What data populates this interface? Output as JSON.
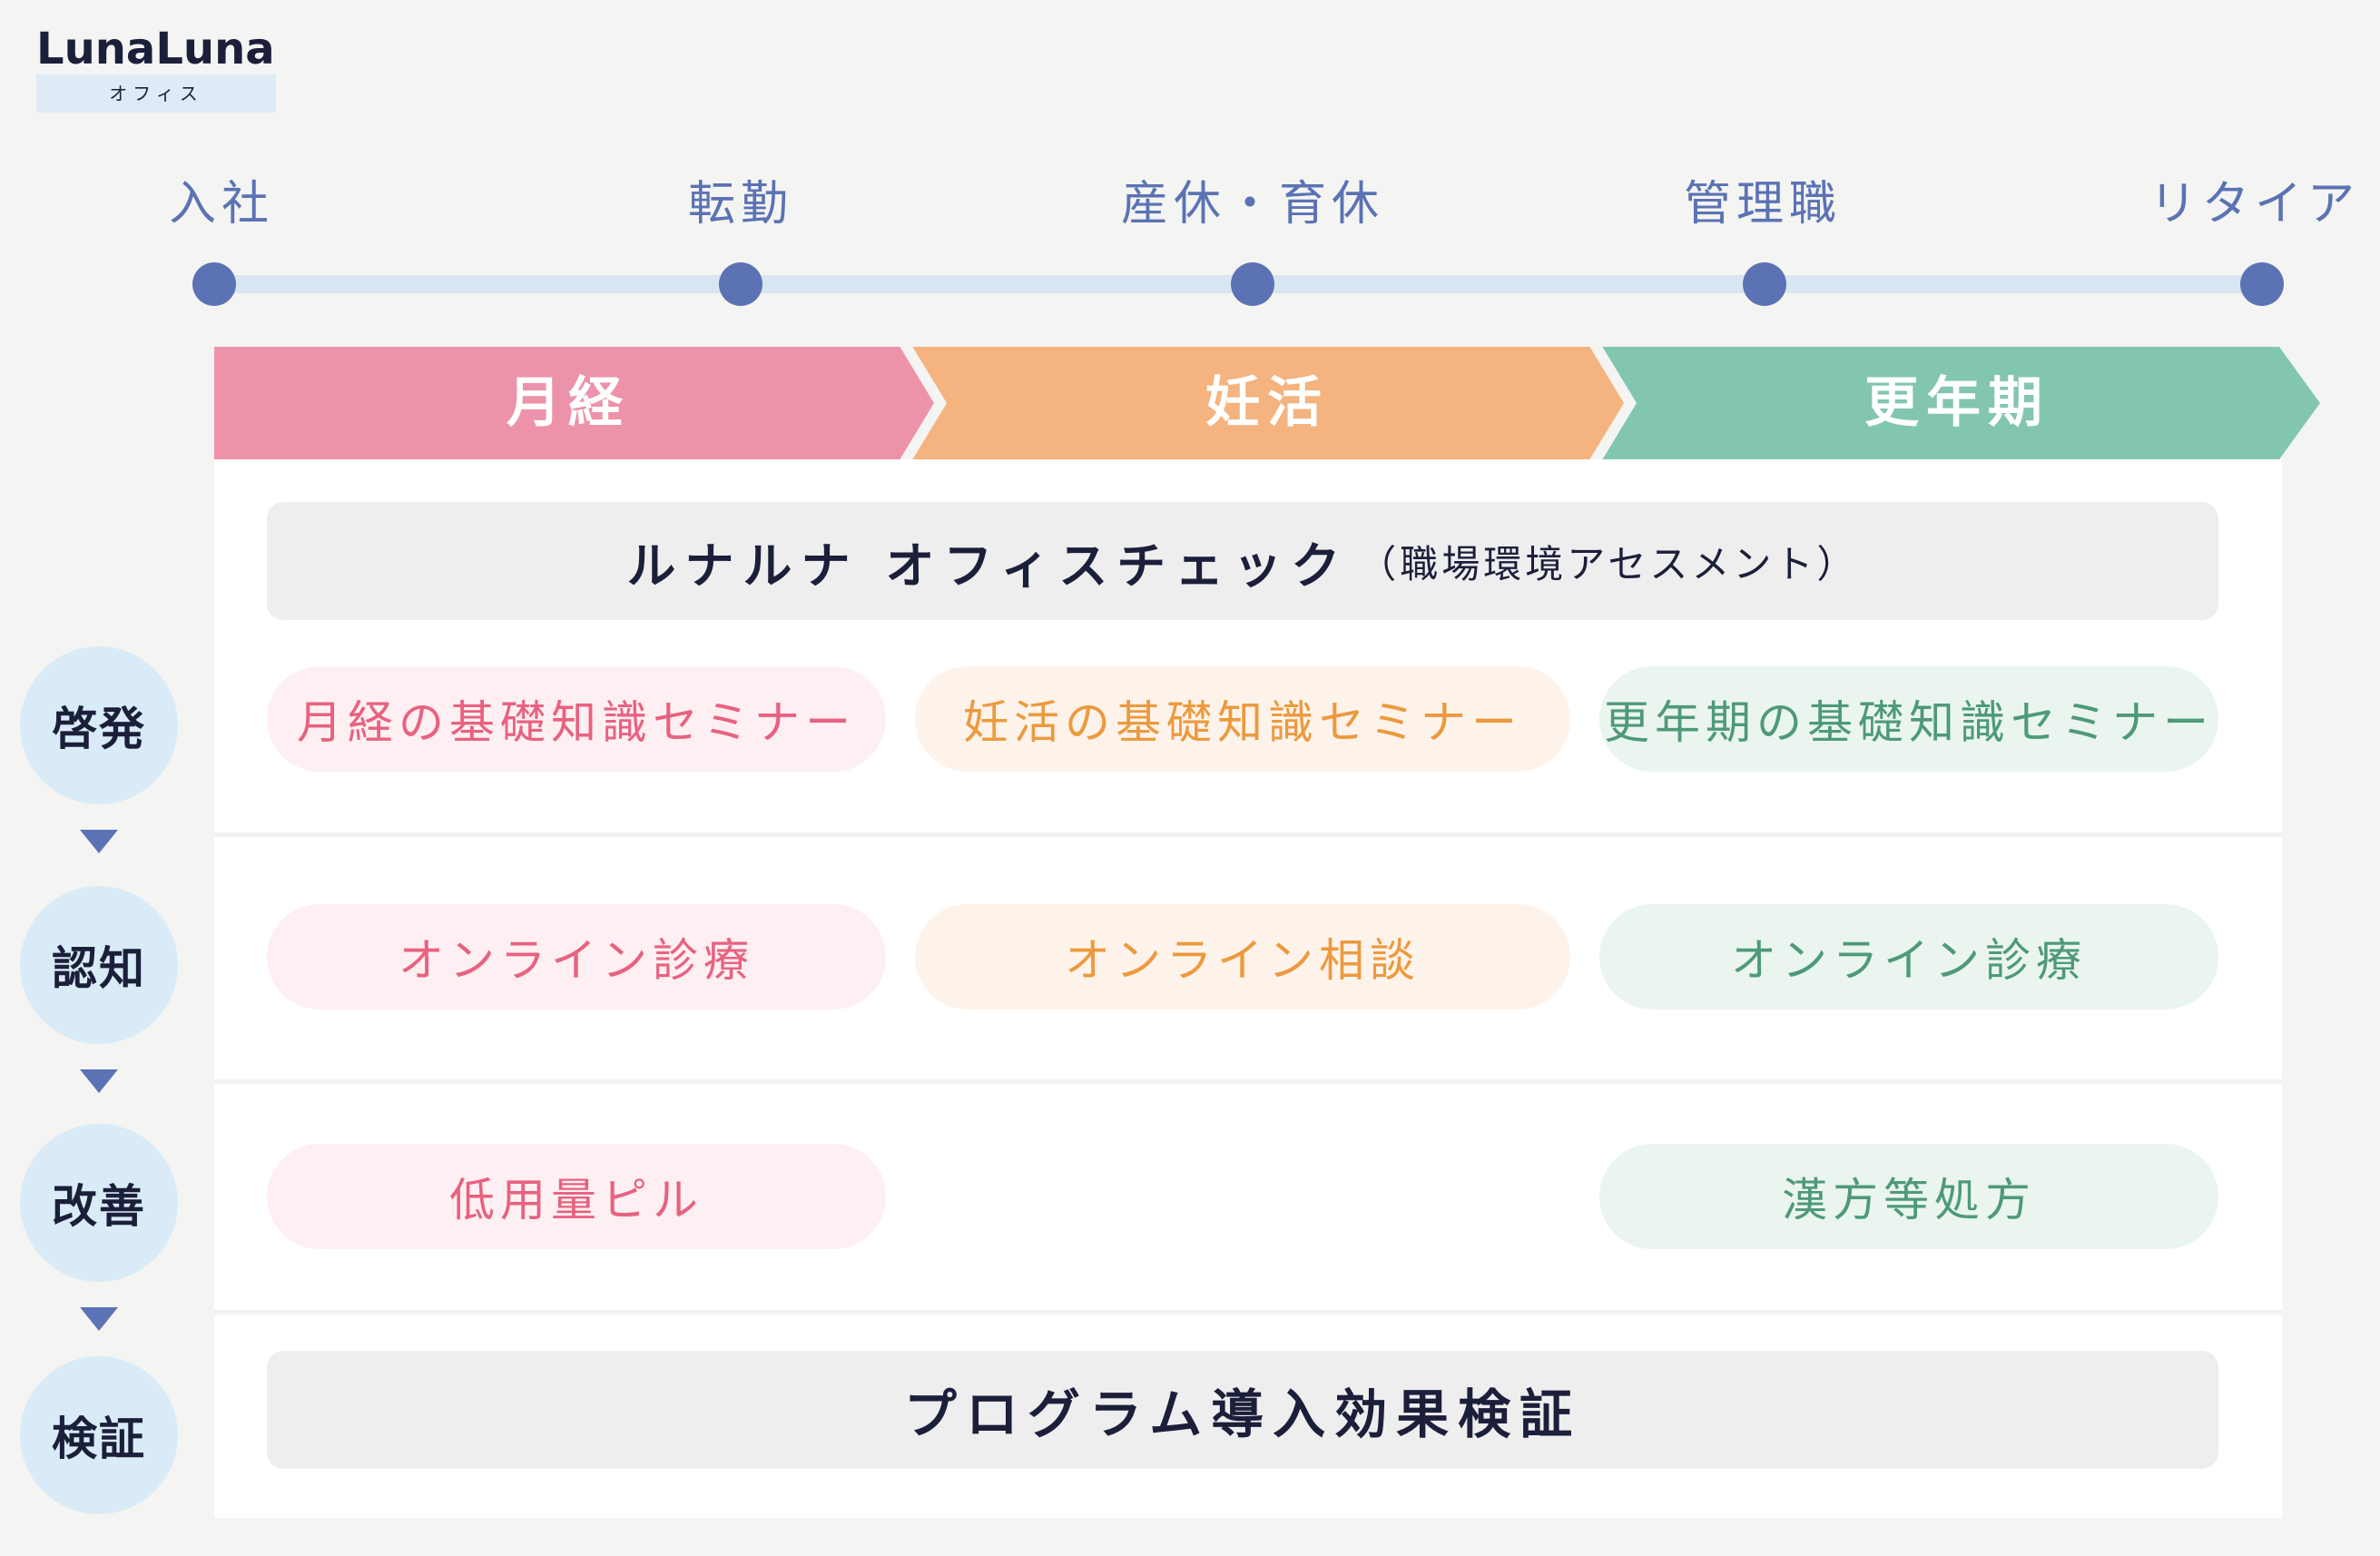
{
  "logo": {
    "name": "LunaLuna",
    "sub": "オフィス"
  },
  "colors": {
    "timeline_dot": "#5b73b4",
    "timeline_track": "#d7e6f2",
    "phase_menstruation": "#ec93aa",
    "phase_fertility": "#f4b37f",
    "phase_menopause": "#82c6b1",
    "stage_circle": "#d8ebf7",
    "text_dark": "#1c1f3a"
  },
  "timeline": {
    "events": [
      "入社",
      "転勤",
      "産休・育休",
      "管理職",
      "リタイア"
    ]
  },
  "phases": [
    "月経",
    "妊活",
    "更年期"
  ],
  "stages": [
    "啓発",
    "認知",
    "改善",
    "検証"
  ],
  "office_check": {
    "main": "ルナルナ オフィスチェック",
    "sub": "（職場環境アセスメント）"
  },
  "rows": {
    "awareness": {
      "menstruation": "月経の基礎知識セミナー",
      "fertility": "妊活の基礎知識セミナー",
      "menopause": "更年期の基礎知識セミナー"
    },
    "recognition": {
      "menstruation": "オンライン診療",
      "fertility": "オンライン相談",
      "menopause": "オンライン診療"
    },
    "improvement": {
      "menstruation": "低用量ピル",
      "menopause": "漢方等処方"
    }
  },
  "verification": "プログラム導入効果検証"
}
